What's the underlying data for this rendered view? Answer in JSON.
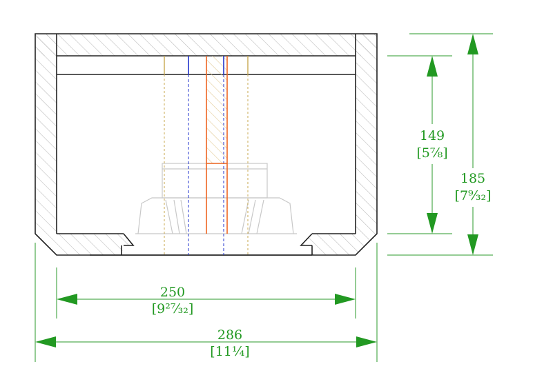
{
  "dimensions": {
    "inner_width": {
      "value": "250",
      "imperial": "[9²⁷⁄₃₂]"
    },
    "outer_width": {
      "value": "286",
      "imperial": "[11¼]"
    },
    "inner_height": {
      "value": "149",
      "imperial": "[5⅞]"
    },
    "outer_height": {
      "value": "185",
      "imperial": "[7⁹⁄₃₂]"
    }
  },
  "colors": {
    "dimension": "#229922",
    "outline": "#222222",
    "hatch": "#b8b8b8",
    "blue_guide": "#2233cc",
    "orange_guide": "#ee6622",
    "tan_guide": "#c8a850"
  }
}
